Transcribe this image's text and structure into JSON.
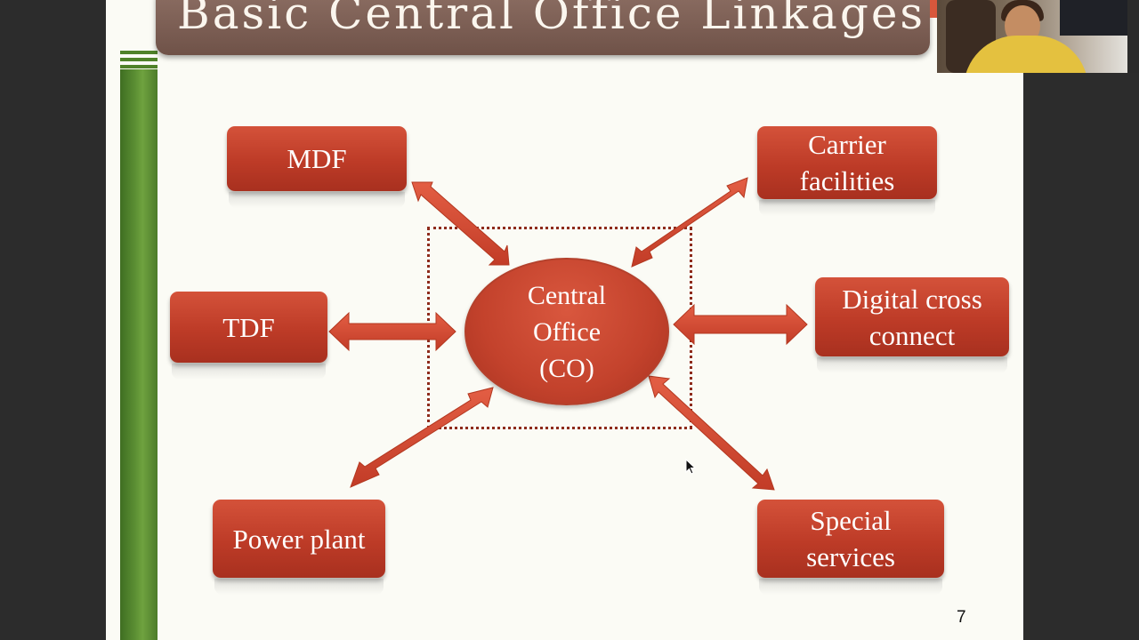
{
  "slide": {
    "title": "Basic Central Office Linkages",
    "page_number": "7"
  },
  "diagram": {
    "hub": "Central\nOffice\n(CO)",
    "nodes": {
      "mdf": "MDF",
      "carrier": "Carrier\nfacilities",
      "tdf": "TDF",
      "dcc": "Digital cross\nconnect",
      "power": "Power plant",
      "special": "Special\nservices"
    }
  },
  "colors": {
    "box": "#c2432d",
    "arrow": "#d64d36",
    "title_bar": "#7b5e53",
    "green_bar": "#5b8f33",
    "dotted_border": "#8e2b1c"
  },
  "icons": {
    "cursor": "mouse-pointer-icon",
    "webcam": "presenter-video"
  }
}
